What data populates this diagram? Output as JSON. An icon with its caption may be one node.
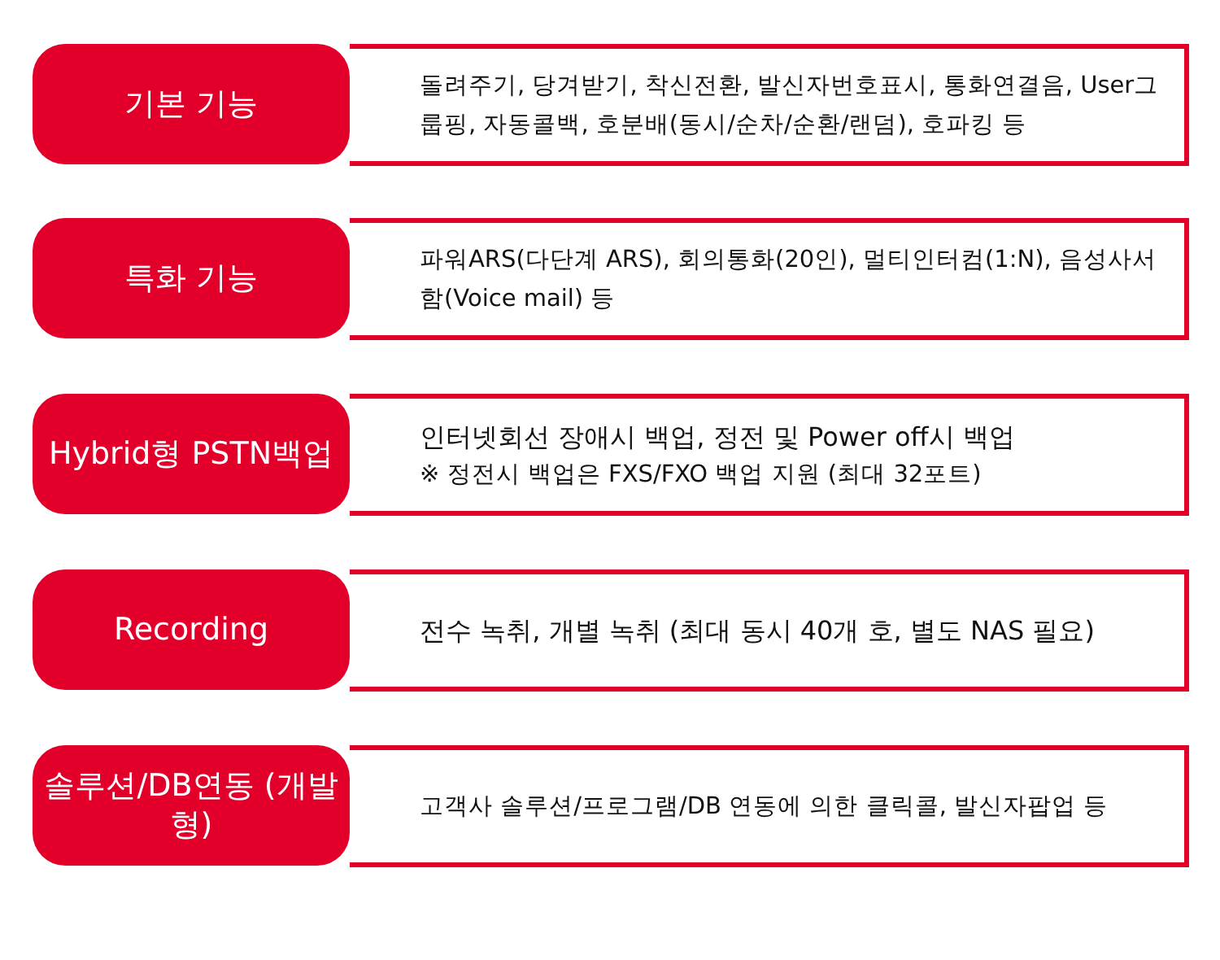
{
  "diagram": {
    "nodes": [
      {
        "text": [
          "기본 기능"
        ]
      },
      {
        "text": [
          "돌려주기, 당겨받기, 착신전환, 발신자번호표시, 통화연결음, User그룹핑, 자동콜백, 호분배(동시/순차/순환/랜덤), 호파킹 등"
        ]
      },
      {
        "text": [
          "특화 기능"
        ]
      },
      {
        "text": [
          "파워ARS(다단계 ARS), 회의통화(20인), 멀티인터컴(1:N), 음성사서함(Voice mail) 등"
        ]
      },
      {
        "text": [
          "Hybrid형 PSTN백업"
        ]
      },
      {
        "text": [
          "인터넷회선 장애시 백업, 정전 및 Power off시 백업",
          "※ 정전시 백업은 FXS/FXO 백업 지원 (최대 32포트)"
        ]
      },
      {
        "text": [
          "Recording"
        ]
      },
      {
        "text": [
          "전수 녹취, 개별 녹취 (최대 동시 40개 호, 별도 NAS 필요)"
        ]
      },
      {
        "text": [
          "솔루션/DB연동 (개발형)"
        ]
      },
      {
        "text": [
          "고객사 솔루션/프로그램/DB 연동에 의한 클릭콜, 발신자팝업 등"
        ]
      }
    ]
  }
}
